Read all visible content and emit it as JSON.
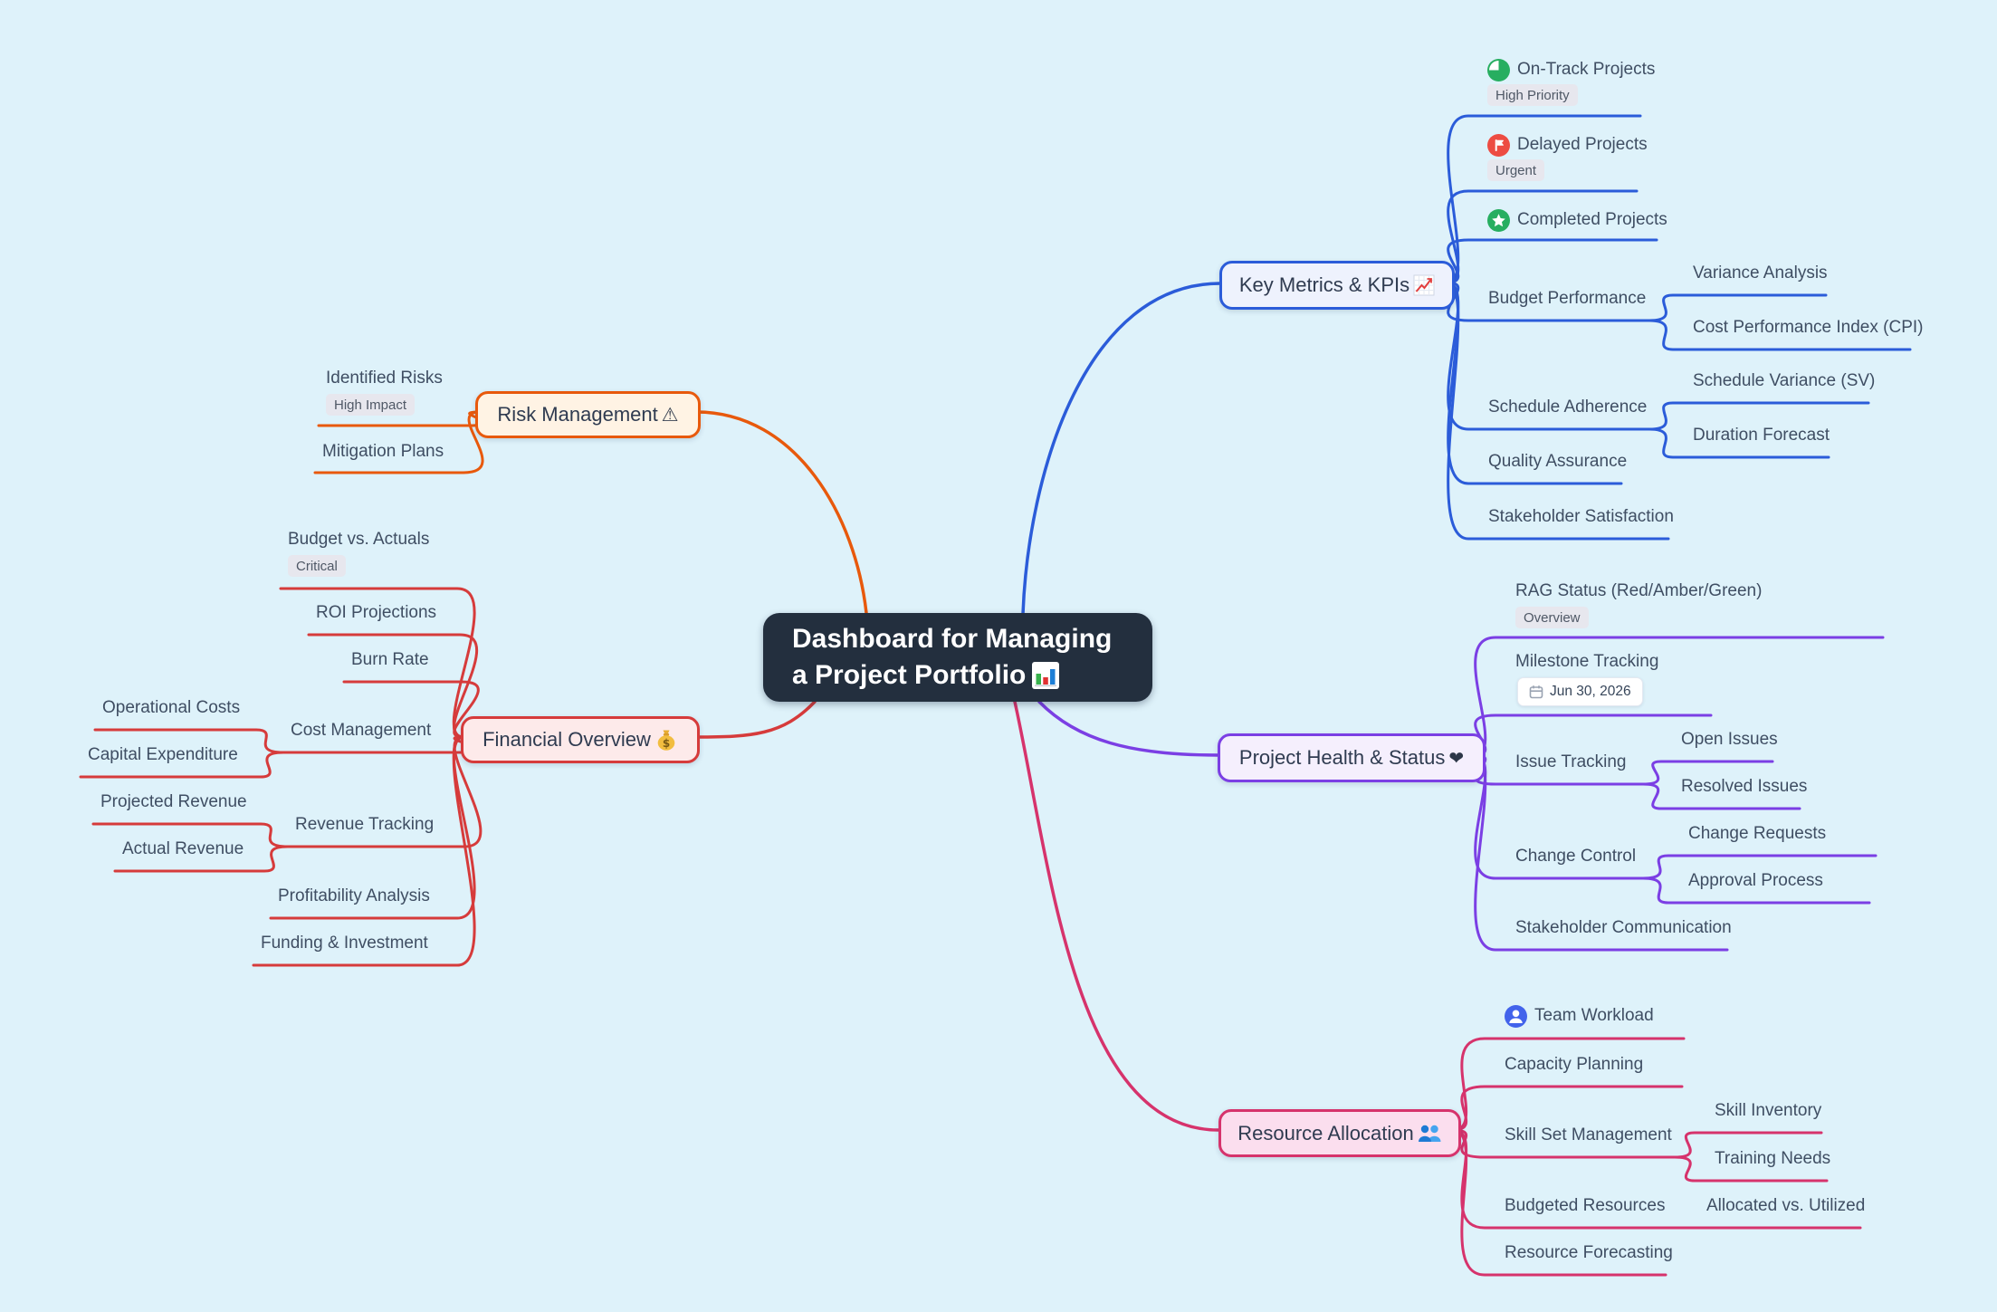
{
  "center": {
    "line1": "Dashboard for Managing",
    "line2": "a Project Portfolio",
    "icon": "bar-chart-icon"
  },
  "key_metrics": {
    "label": "Key Metrics & KPIs",
    "icon": "chart-increasing-icon",
    "children": {
      "on_track": {
        "label": "On-Track Projects",
        "badge": "High Priority",
        "icon": "pie-chart-icon"
      },
      "delayed": {
        "label": "Delayed Projects",
        "badge": "Urgent",
        "icon": "flag-icon"
      },
      "completed": {
        "label": "Completed Projects",
        "icon": "star-icon"
      },
      "budget_performance": {
        "label": "Budget Performance",
        "children": {
          "variance": {
            "label": "Variance Analysis"
          },
          "cpi": {
            "label": "Cost Performance Index (CPI)"
          }
        }
      },
      "schedule_adherence": {
        "label": "Schedule Adherence",
        "children": {
          "sv": {
            "label": "Schedule Variance (SV)"
          },
          "duration": {
            "label": "Duration Forecast"
          }
        }
      },
      "quality_assurance": {
        "label": "Quality Assurance"
      },
      "stakeholder_satisfaction": {
        "label": "Stakeholder Satisfaction"
      }
    }
  },
  "project_health": {
    "label": "Project Health & Status",
    "icon_glyph": "❤",
    "children": {
      "rag": {
        "label": "RAG Status (Red/Amber/Green)",
        "badge": "Overview"
      },
      "milestone": {
        "label": "Milestone Tracking",
        "date": "Jun 30, 2026",
        "date_icon": "calendar-icon"
      },
      "issues": {
        "label": "Issue Tracking",
        "children": {
          "open": {
            "label": "Open Issues"
          },
          "resolved": {
            "label": "Resolved Issues"
          }
        }
      },
      "change": {
        "label": "Change Control",
        "children": {
          "requests": {
            "label": "Change Requests"
          },
          "approval": {
            "label": "Approval Process"
          }
        }
      },
      "stakeholder_comm": {
        "label": "Stakeholder Communication"
      }
    }
  },
  "resource_allocation": {
    "label": "Resource Allocation",
    "icon": "users-icon",
    "children": {
      "team_workload": {
        "label": "Team Workload",
        "icon": "user-icon"
      },
      "capacity_planning": {
        "label": "Capacity Planning"
      },
      "skill_set": {
        "label": "Skill Set Management",
        "children": {
          "inventory": {
            "label": "Skill Inventory"
          },
          "training": {
            "label": "Training Needs"
          }
        }
      },
      "budgeted_resources": {
        "label": "Budgeted Resources",
        "children": {
          "allocated": {
            "label": "Allocated vs. Utilized"
          }
        }
      },
      "resource_forecasting": {
        "label": "Resource Forecasting"
      }
    }
  },
  "risk_management": {
    "label": "Risk Management",
    "icon_glyph": "⚠",
    "children": {
      "identified_risks": {
        "label": "Identified Risks",
        "badge": "High Impact"
      },
      "mitigation_plans": {
        "label": "Mitigation Plans"
      }
    }
  },
  "financial_overview": {
    "label": "Financial Overview",
    "icon": "money-bag-icon",
    "children": {
      "budget_vs_actuals": {
        "label": "Budget vs. Actuals",
        "badge": "Critical"
      },
      "roi_projections": {
        "label": "ROI Projections"
      },
      "burn_rate": {
        "label": "Burn Rate"
      },
      "cost_management": {
        "label": "Cost Management",
        "children": {
          "operational": {
            "label": "Operational Costs"
          },
          "capital": {
            "label": "Capital Expenditure"
          }
        }
      },
      "revenue_tracking": {
        "label": "Revenue Tracking",
        "children": {
          "projected": {
            "label": "Projected Revenue"
          },
          "actual": {
            "label": "Actual Revenue"
          }
        }
      },
      "profitability_analysis": {
        "label": "Profitability Analysis"
      },
      "funding_investment": {
        "label": "Funding & Investment"
      }
    }
  },
  "colors": {
    "background": "#def2fa",
    "key_metrics": "#2b5cd9",
    "project_health": "#7b3fe4",
    "resource_allocation": "#d6336c",
    "risk_management": "#e8590c",
    "financial_overview": "#d63b3b",
    "center_bg": "#232f3e",
    "badge_bg": "#e7e7ee",
    "on_track_icon": "#27ae60",
    "delayed_icon": "#ed4c42",
    "completed_icon": "#27ae60",
    "team_workload_icon": "#4263eb"
  }
}
